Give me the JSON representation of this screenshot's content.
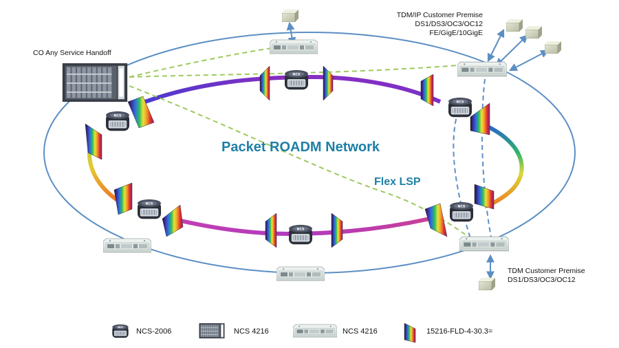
{
  "colors": {
    "ring_outline": "#5b8ec4",
    "flex_lsp": "#9cc95b",
    "dashed_link": "#5b8ec4",
    "title_text": "#1f7fa6",
    "purple_segment": "#6a35c8",
    "magenta_segment": "#c43fb0"
  },
  "labels": {
    "co_handoff": "CO Any Service Handoff",
    "tdm_ip_premise": [
      "TDM/IP Customer Premise",
      "DS1/DS3/OC3/OC12",
      "FE/GigE/10GigE"
    ],
    "tdm_premise": [
      "TDM Customer Premise",
      "DS1/DS3/OC3/OC12"
    ],
    "network_title": "Packet ROADM Network",
    "flex_lsp": "Flex LSP"
  },
  "legend": [
    {
      "icon": "ncs-2006",
      "label": "NCS-2006"
    },
    {
      "icon": "ncs-4216-chassis",
      "label": "NCS 4216"
    },
    {
      "icon": "ncs-4216-node",
      "label": "NCS 4216"
    },
    {
      "icon": "roadm-filter",
      "label": "15216-FLD-4-30.3="
    }
  ]
}
